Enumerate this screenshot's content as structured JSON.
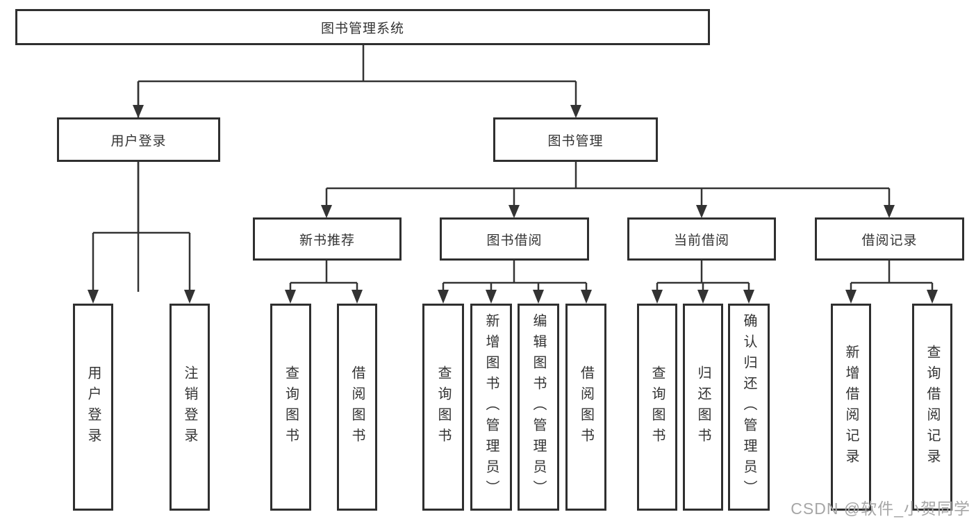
{
  "diagram_title": "图书管理系统",
  "nodes": {
    "root": "图书管理系统",
    "l2_user": "用户登录",
    "l2_book": "图书管理",
    "l3_new": "新书推荐",
    "l3_borrow": "图书借阅",
    "l3_current": "当前借阅",
    "l3_record": "借阅记录",
    "leaf_user_login": "用户登录",
    "leaf_user_logout": "注销登录",
    "leaf_new_query": "查询图书",
    "leaf_new_borrow": "借阅图书",
    "leaf_borrow_query": "查询图书",
    "leaf_borrow_add": "新增图书（管理员）",
    "leaf_borrow_edit": "编辑图书（管理员）",
    "leaf_borrow_do": "借阅图书",
    "leaf_current_query": "查询图书",
    "leaf_current_return": "归还图书",
    "leaf_current_confirm": "确认归还（管理员）",
    "leaf_record_add": "新增借阅记录",
    "leaf_record_query": "查询借阅记录"
  },
  "watermark": "CSDN @软件_小贺同学",
  "colors": {
    "line": "#333333",
    "box_border": "#2f2f2f",
    "text": "#333333",
    "watermark": "#a6a6a6",
    "background": "#ffffff"
  }
}
